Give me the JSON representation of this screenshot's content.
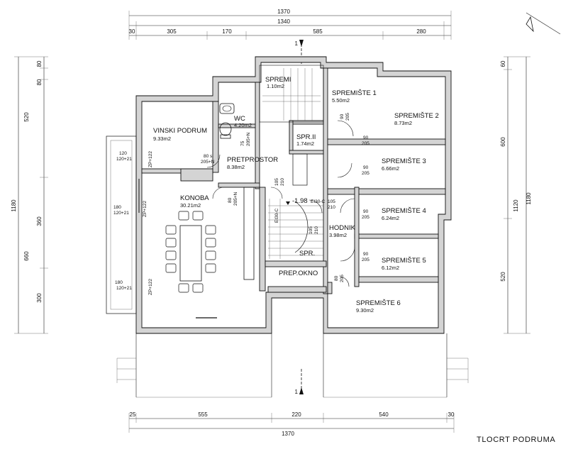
{
  "title": "TLOCRT PODRUMA",
  "section_marker": "1",
  "elevation": "-1.98",
  "dimensions": {
    "top_overall": "1370",
    "top_second": "1340",
    "top_segments": [
      "30",
      "305",
      "170",
      "585",
      "280"
    ],
    "bottom_overall": "1370",
    "bottom_segments": [
      "25",
      "555",
      "220",
      "540",
      "30"
    ],
    "left_overall": "1180",
    "left_segments": [
      "80",
      "80",
      "520",
      "360",
      "660",
      "300"
    ],
    "right_overall": "1180",
    "right_second": "1120",
    "right_segments": [
      "60",
      "600",
      "520"
    ]
  },
  "rooms": [
    {
      "name": "VINSKI PODRUM",
      "area": "9.33m2"
    },
    {
      "name": "WC",
      "area": "4.20m2"
    },
    {
      "name": "SPREMI",
      "area": "1.10m2"
    },
    {
      "name": "PRETPROSTOR",
      "area": "8.38m2"
    },
    {
      "name": "SPR.II",
      "area": "1.74m2"
    },
    {
      "name": "KONOBA",
      "area": "30.21m2"
    },
    {
      "name": "HODNIK",
      "area": "3.98m2"
    },
    {
      "name": "SPR.",
      "area": ""
    },
    {
      "name": "PREP.OKNO",
      "area": ""
    },
    {
      "name": "SPREMIŠTE 1",
      "area": "5.50m2"
    },
    {
      "name": "SPREMIŠTE 2",
      "area": "8.73m2"
    },
    {
      "name": "SPREMIŠTE 3",
      "area": "6.66m2"
    },
    {
      "name": "SPREMIŠTE 4",
      "area": "6.24m2"
    },
    {
      "name": "SPREMIŠTE 5",
      "area": "6.12m2"
    },
    {
      "name": "SPREMIŠTE 6",
      "area": "9.30m2"
    }
  ],
  "openings": {
    "w1": "120",
    "w1b": "120+21",
    "w2": "180",
    "w2b": "120+21",
    "w3": "180",
    "w3b": "120+21",
    "zp1": "ZP+122",
    "zp2": "ZP+122",
    "zp3": "ZP+122",
    "d90": "90",
    "d205": "205",
    "d75": "75",
    "d205n": "205+N",
    "d80": "80",
    "d105": "105",
    "d210": "210",
    "ei1": "EI30-C",
    "ei2": "EI30-C",
    "d80s": "80 s"
  }
}
